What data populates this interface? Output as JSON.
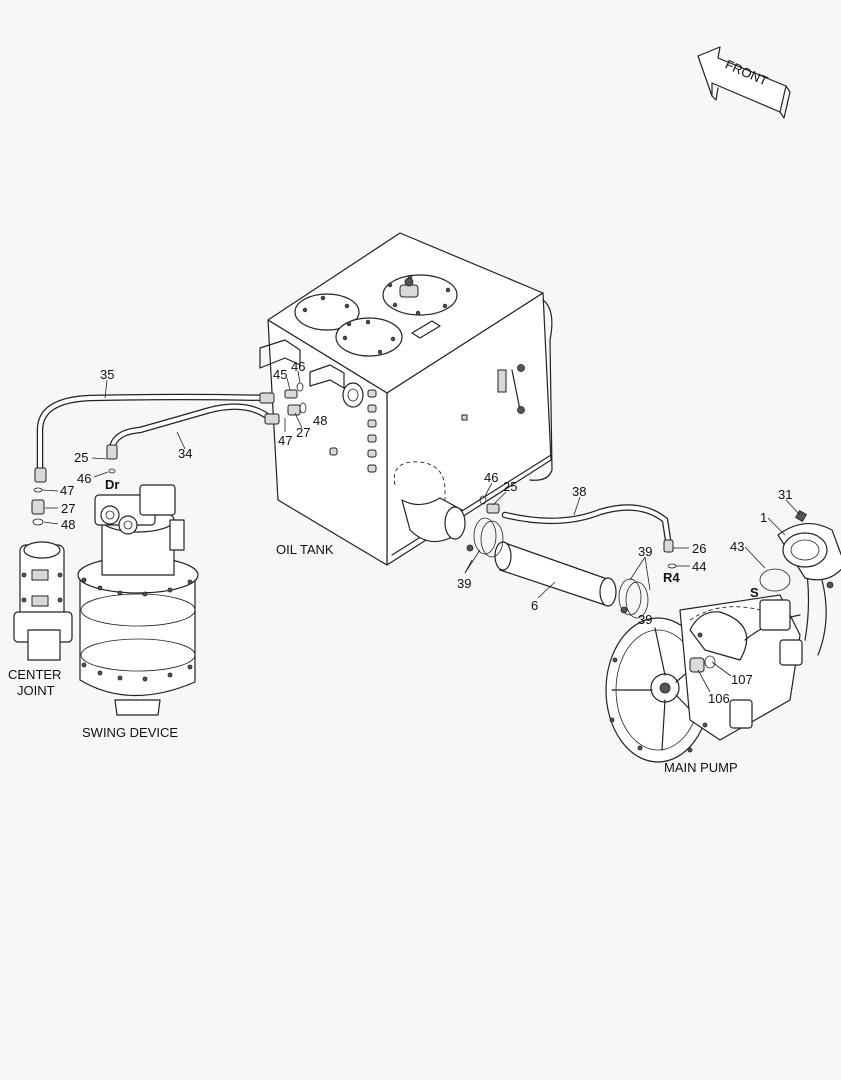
{
  "direction_arrow": {
    "label": "FRONT"
  },
  "component_labels": {
    "oil_tank": "OIL TANK",
    "center_joint_1": "CENTER",
    "center_joint_2": "JOINT",
    "swing_device": "SWING DEVICE",
    "main_pump": "MAIN PUMP"
  },
  "port_labels": {
    "dr": "Dr",
    "r4": "R4",
    "s": "S"
  },
  "part_numbers": {
    "p35": "35",
    "p34": "34",
    "p45": "45",
    "p46a": "46",
    "p47a": "47",
    "p27a": "27",
    "p48a": "48",
    "p25a": "25",
    "p46b": "46",
    "p47b": "47",
    "p27b": "27",
    "p48b": "48",
    "p46c": "46",
    "p25c": "25",
    "p38": "38",
    "p39a": "39",
    "p39b": "39",
    "p39c": "39",
    "p6": "6",
    "p26": "26",
    "p44": "44",
    "p31": "31",
    "p1": "1",
    "p43": "43",
    "p107": "107",
    "p106": "106"
  }
}
